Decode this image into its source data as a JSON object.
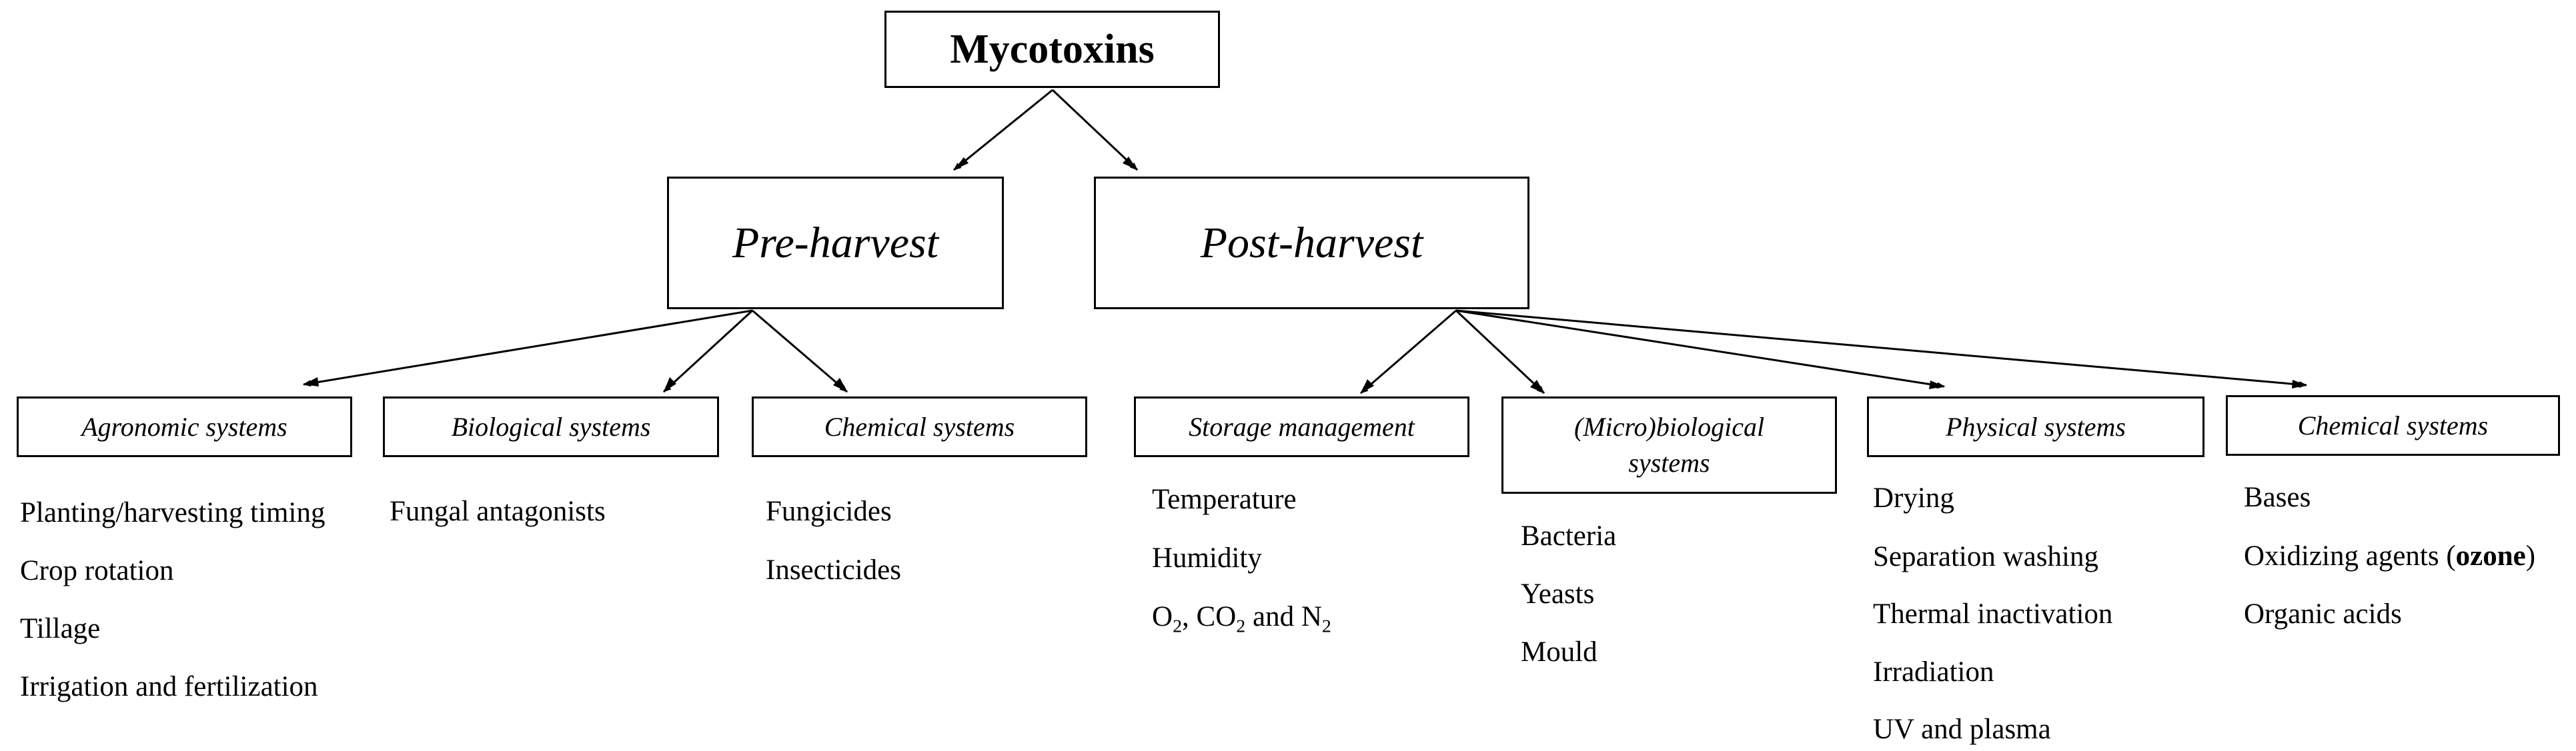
{
  "root": {
    "label": "Mycotoxins"
  },
  "phases": {
    "pre": {
      "label": "Pre-harvest"
    },
    "post": {
      "label": "Post-harvest"
    }
  },
  "pre_categories": [
    {
      "label": "Agronomic systems",
      "items": [
        "Planting/harvesting timing",
        "Crop rotation",
        "Tillage",
        "Irrigation and fertilization"
      ]
    },
    {
      "label": "Biological systems",
      "items": [
        "Fungal antagonists"
      ]
    },
    {
      "label": "Chemical systems",
      "items": [
        "Fungicides",
        "Insecticides"
      ]
    }
  ],
  "post_categories": [
    {
      "label": "Storage management",
      "items": [
        "Temperature",
        "Humidity",
        "O2, CO2 and N2"
      ]
    },
    {
      "label": "(Micro)biological systems",
      "items": [
        "Bacteria",
        "Yeasts",
        "Mould"
      ]
    },
    {
      "label": "Physical systems",
      "items": [
        "Drying",
        "Separation washing",
        "Thermal inactivation",
        "Irradiation",
        "UV and plasma"
      ]
    },
    {
      "label": "Chemical systems",
      "items": [
        "Bases",
        "Oxidizing agents (ozone)",
        "Organic acids"
      ]
    }
  ]
}
